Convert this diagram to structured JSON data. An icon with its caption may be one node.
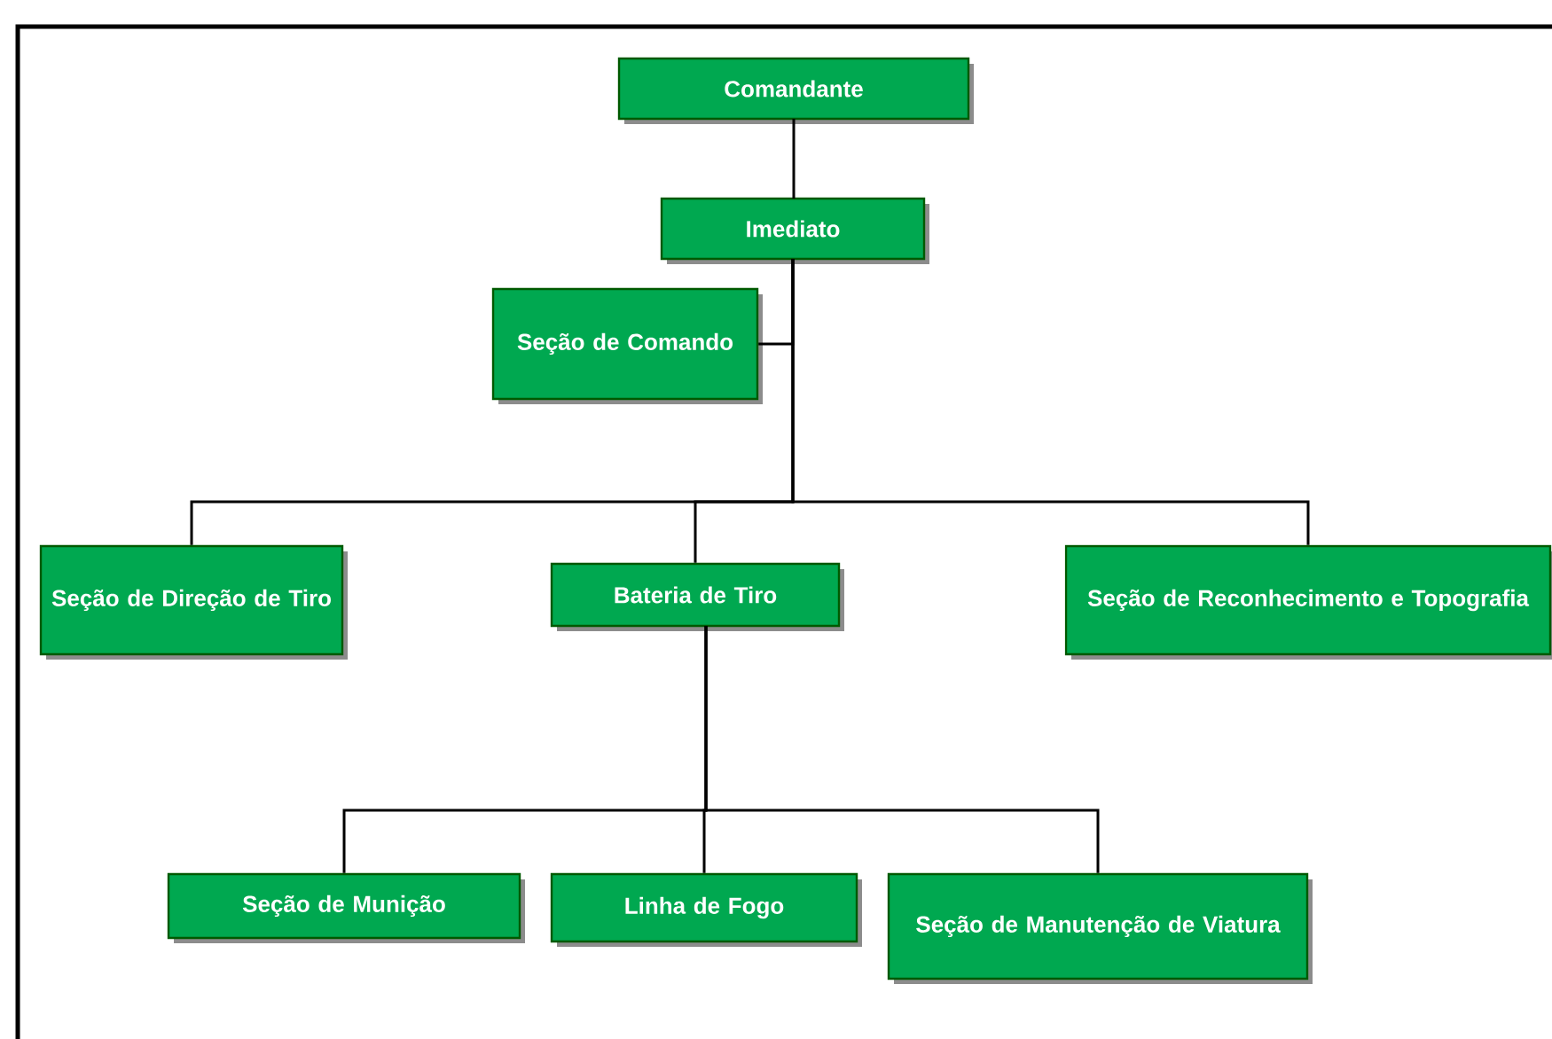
{
  "diagram": {
    "nodes": [
      {
        "text": [
          "Comandante"
        ]
      },
      {
        "text": [
          "Imediato"
        ]
      },
      {
        "text": [
          "Seção de Comando"
        ]
      },
      {
        "text": [
          "Seção de Direção de Tiro"
        ]
      },
      {
        "text": [
          "Bateria de Tiro"
        ]
      },
      {
        "text": [
          "Seção de Reconhecimento e Topografia"
        ]
      },
      {
        "text": [
          "Seção de Munição"
        ]
      },
      {
        "text": [
          "Linha de Fogo"
        ]
      },
      {
        "text": [
          "Seção de Manutenção de Viatura"
        ]
      }
    ],
    "edges": [
      {
        "from": 0,
        "to": 1,
        "arrow": "none"
      },
      {
        "from": 1,
        "to": 2,
        "arrow": "none"
      },
      {
        "from": 1,
        "to": 3,
        "arrow": "none"
      },
      {
        "from": 1,
        "to": 4,
        "arrow": "none"
      },
      {
        "from": 1,
        "to": 5,
        "arrow": "none"
      },
      {
        "from": 4,
        "to": 6,
        "arrow": "none"
      },
      {
        "from": 4,
        "to": 7,
        "arrow": "none"
      },
      {
        "from": 4,
        "to": 8,
        "arrow": "none"
      }
    ]
  }
}
